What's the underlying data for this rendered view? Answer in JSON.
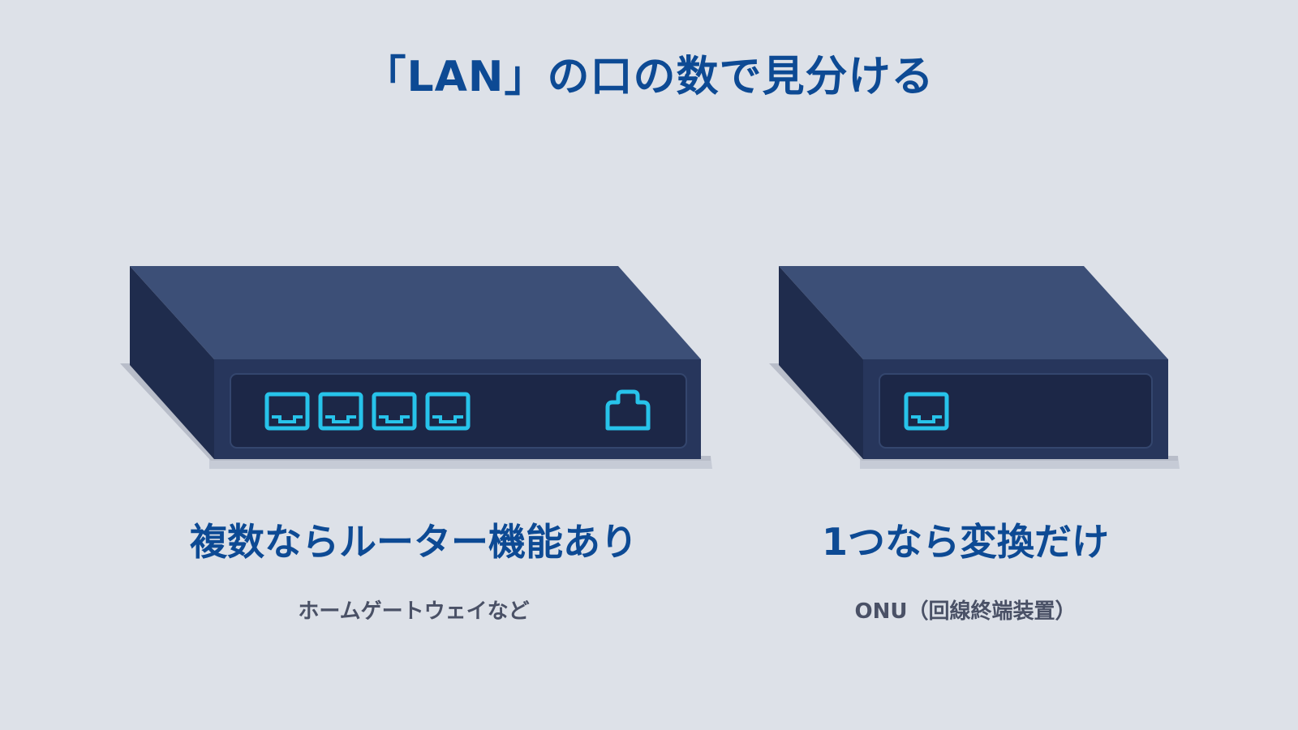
{
  "title": "「LAN」の口の数で見分ける",
  "devices": [
    {
      "id": "router",
      "lan_ports": 4,
      "wan_port": true,
      "heading": "複数ならルーター機能あり",
      "note": "ホームゲートウェイなど"
    },
    {
      "id": "onu",
      "lan_ports": 1,
      "wan_port": false,
      "heading": "1つなら変換だけ",
      "note": "ONU（回線終端装置）"
    }
  ],
  "colors": {
    "background": "#dde1e8",
    "title": "#0d4a94",
    "device_top": "#3c4f77",
    "device_side": "#1f2c4d",
    "device_front": "#27365c",
    "panel": "#1c2747",
    "port": "#27c3ea",
    "note_text": "#4a5166"
  },
  "icons": [
    "ethernet-port-icon",
    "wan-port-icon"
  ]
}
